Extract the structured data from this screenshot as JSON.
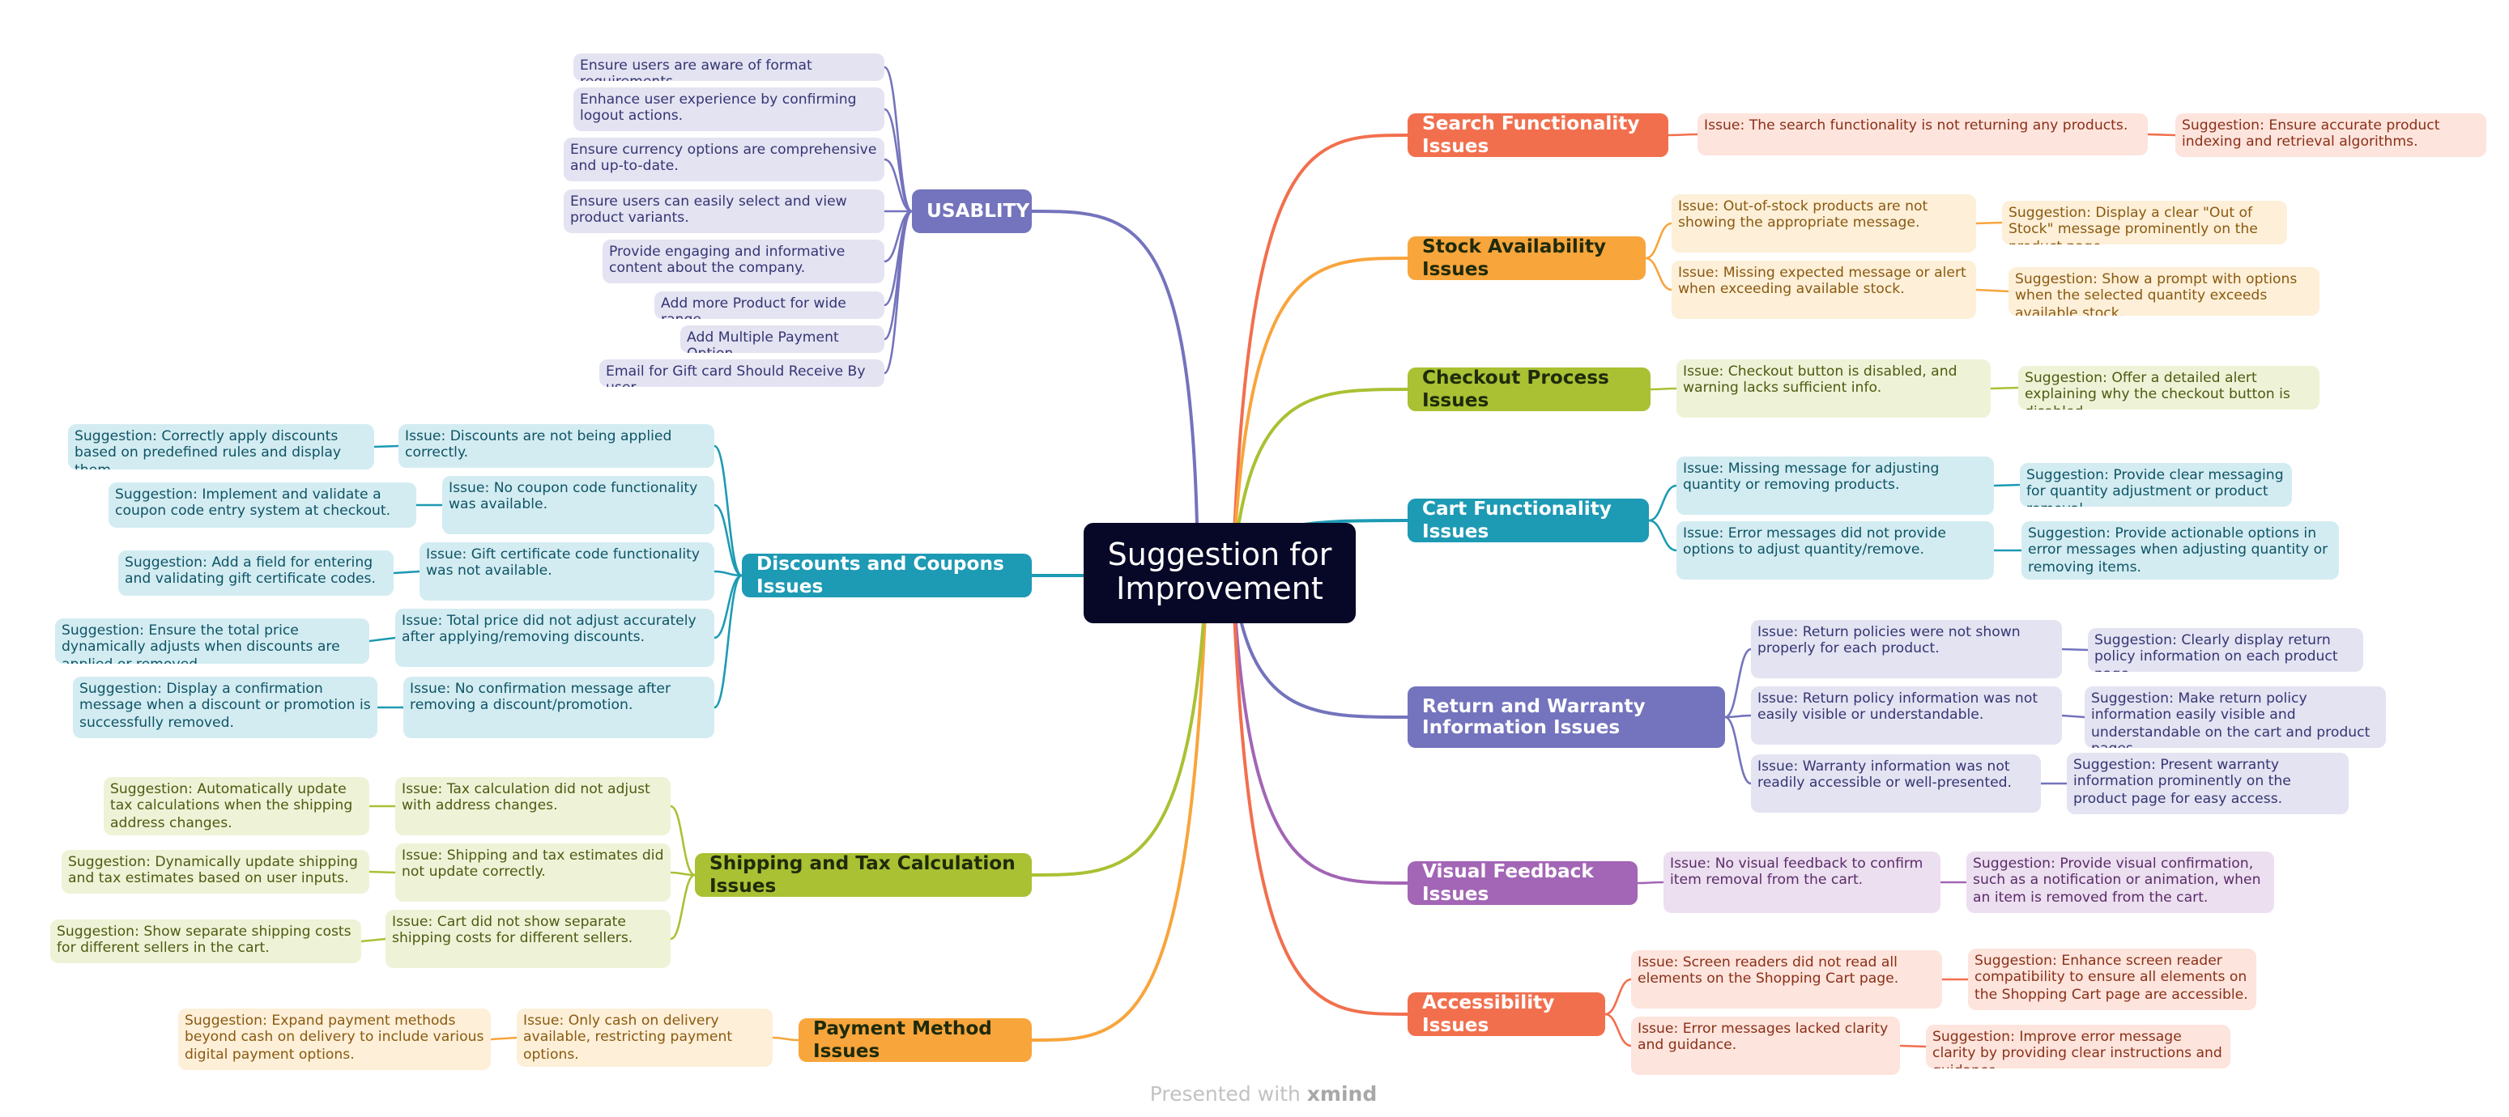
{
  "root": "Suggestion for Improvement",
  "footer": {
    "prefix": "Presented with",
    "brand": "xmind"
  },
  "colors": {
    "root": "#070727",
    "search": "#f26f4e",
    "stock": "#f8a53c",
    "checkout": "#a9c133",
    "cart": "#1d9ab4",
    "return": "#7473bd",
    "visual": "#a365b5",
    "access": "#f26f4e",
    "payment": "#f8a53c",
    "shipping": "#a9c133",
    "discounts": "#1d9ab4",
    "usability": "#7473bd"
  },
  "branches": {
    "search": {
      "label": "Search Functionality Issues",
      "items": [
        {
          "issue": "Issue: The search functionality is not returning any products.",
          "suggestion": "Suggestion:  Ensure accurate product indexing and retrieval algorithms."
        }
      ]
    },
    "stock": {
      "label": "Stock Availability Issues",
      "items": [
        {
          "issue": "Issue: Out-of-stock products are not showing the appropriate message.",
          "suggestion": "Suggestion:  Display a clear \"Out of Stock\" message prominently on the product page."
        },
        {
          "issue": "Issue: Missing expected message or alert when exceeding available stock.",
          "suggestion": "Suggestion:  Show a prompt with options when the selected quantity exceeds available stock."
        }
      ]
    },
    "checkout": {
      "label": "Checkout Process Issues",
      "items": [
        {
          "issue": "Issue: Checkout button is disabled, and warning lacks sufficient info.",
          "suggestion": "Suggestion:  Offer a detailed alert explaining why the checkout button is disabled."
        }
      ]
    },
    "cart": {
      "label": "Cart Functionality Issues",
      "items": [
        {
          "issue": "Issue: Missing message for adjusting quantity or removing products.",
          "suggestion": "Suggestion:  Provide clear messaging for quantity adjustment or product removal."
        },
        {
          "issue": "Issue: Error messages did not provide options to adjust quantity/remove.",
          "suggestion": "Suggestion:  Provide actionable options in error messages when adjusting quantity or removing items."
        }
      ]
    },
    "return": {
      "label": "Return and Warranty Information Issues",
      "items": [
        {
          "issue": "Issue: Return policies were not shown properly for each product.",
          "suggestion": "Suggestion:  Clearly display return policy information on each product page."
        },
        {
          "issue": "Issue: Return policy information was not easily visible or understandable.",
          "suggestion": "Suggestion:  Make return policy information easily visible and understandable on the cart and product pages."
        },
        {
          "issue": "Issue: Warranty information was not readily accessible or well-presented.",
          "suggestion": "Suggestion:  Present warranty information prominently on the product page for easy access."
        }
      ]
    },
    "visual": {
      "label": "Visual Feedback Issues",
      "items": [
        {
          "issue": "Issue: No visual feedback to confirm item removal from the cart.",
          "suggestion": "Suggestion:  Provide visual confirmation, such as a notification or animation, when an item is removed from the cart."
        }
      ]
    },
    "access": {
      "label": "Accessibility Issues",
      "items": [
        {
          "issue": "Issue: Screen readers did not read all elements on the Shopping Cart page.",
          "suggestion": "Suggestion:  Enhance screen reader compatibility to ensure all elements on the Shopping Cart page are accessible."
        },
        {
          "issue": "Issue: Error messages lacked clarity and guidance.",
          "suggestion": "Suggestion:  Improve error message clarity by providing clear instructions and guidance."
        }
      ]
    },
    "payment": {
      "label": "Payment Method Issues",
      "items": [
        {
          "issue": "Issue: Only cash on delivery available, restricting payment options.",
          "suggestion": "Suggestion:  Expand payment methods beyond cash on delivery to include various digital payment options."
        }
      ]
    },
    "shipping": {
      "label": "Shipping and Tax Calculation Issues",
      "items": [
        {
          "issue": "Issue: Tax calculation did not adjust with address changes.",
          "suggestion": "Suggestion:  Automatically update tax calculations when the shipping address changes."
        },
        {
          "issue": "Issue: Shipping and tax estimates did not update correctly.",
          "suggestion": "Suggestion:  Dynamically update shipping and tax estimates based on user inputs."
        },
        {
          "issue": "Issue: Cart did not show separate shipping costs for different sellers.",
          "suggestion": "Suggestion:  Show separate shipping costs for different sellers in the cart."
        }
      ]
    },
    "discounts": {
      "label": "Discounts and Coupons Issues",
      "items": [
        {
          "issue": "Issue: Discounts are not being applied correctly.",
          "suggestion": "Suggestion:  Correctly apply discounts based on predefined rules and display them."
        },
        {
          "issue": "Issue: No coupon code functionality was available.",
          "suggestion": "Suggestion:  Implement and validate a coupon code entry system at checkout."
        },
        {
          "issue": "Issue: Gift certificate code functionality was not available.",
          "suggestion": "Suggestion:  Add a field for entering and validating gift certificate codes."
        },
        {
          "issue": "Issue: Total price did not adjust accurately after applying/removing discounts.",
          "suggestion": "Suggestion:  Ensure the total price dynamically adjusts when discounts are applied or removed."
        },
        {
          "issue": "Issue: No confirmation message after removing a discount/promotion.",
          "suggestion": "Suggestion:  Display a confirmation message when a discount or promotion is successfully removed."
        }
      ]
    },
    "usability": {
      "label": "USABLITY",
      "items": [
        "Ensure users are aware of format requirements.",
        "Enhance user experience by confirming logout actions.",
        "Ensure currency options are comprehensive and up-to-date.",
        "Ensure users can easily select and view product variants.",
        "Provide engaging and informative content about the company.",
        "Add more Product for wide range.",
        "Add Multiple Payment Option.",
        "Email for Gift card Should Receive By user."
      ]
    }
  }
}
